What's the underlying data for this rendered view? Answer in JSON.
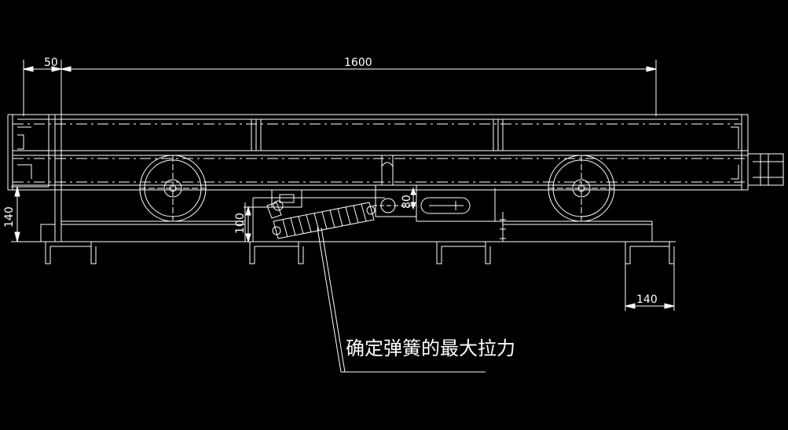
{
  "dimensions": {
    "d50": "50",
    "d1600": "1600",
    "d140_left": "140",
    "d100": "100",
    "d80": "80",
    "d140_bottom": "140"
  },
  "annotation": {
    "text": "确定弹簧的最大拉力"
  },
  "colors": {
    "background": "#000000",
    "lines": "#ffffff"
  }
}
